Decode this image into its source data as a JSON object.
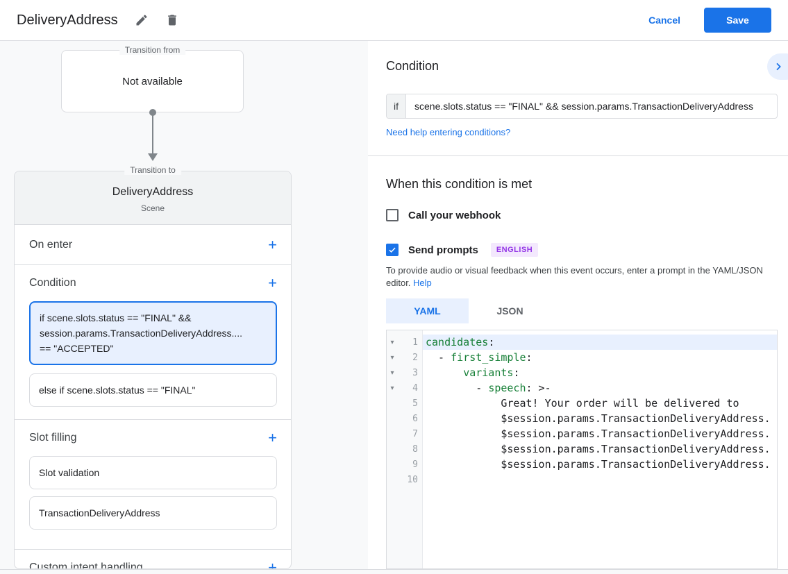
{
  "header": {
    "title": "DeliveryAddress",
    "cancel_label": "Cancel",
    "save_label": "Save"
  },
  "flow": {
    "transition_from_label": "Transition from",
    "transition_from_value": "Not available",
    "transition_to_label": "Transition to",
    "scene_name": "DeliveryAddress",
    "scene_type": "Scene",
    "sections": {
      "on_enter_title": "On enter",
      "condition_title": "Condition",
      "condition_selected": "if scene.slots.status == \"FINAL\" &&\nsession.params.TransactionDeliveryAddress....\n== \"ACCEPTED\"",
      "condition_else": "else if scene.slots.status == \"FINAL\"",
      "slot_filling_title": "Slot filling",
      "slot_cards": [
        "Slot validation",
        "TransactionDeliveryAddress"
      ],
      "custom_intent_title": "Custom intent handling"
    }
  },
  "panel": {
    "condition_title": "Condition",
    "if_label": "if",
    "if_value": "scene.slots.status == \"FINAL\" && session.params.TransactionDeliveryAddress",
    "help_link": "Need help entering conditions?",
    "when_title": "When this condition is met",
    "webhook_label": "Call your webhook",
    "webhook_checked": false,
    "prompts_label": "Send prompts",
    "prompts_checked": true,
    "language_badge": "ENGLISH",
    "hint_text": "To provide audio or visual feedback when this event occurs, enter a prompt in the YAML/JSON editor. ",
    "hint_link": "Help",
    "tabs": [
      {
        "label": "YAML",
        "active": true
      },
      {
        "label": "JSON",
        "active": false
      }
    ]
  },
  "editor": {
    "lines": [
      {
        "n": 1,
        "fold": true,
        "highlight": true,
        "text": "candidates:"
      },
      {
        "n": 2,
        "fold": true,
        "text": "  - first_simple:"
      },
      {
        "n": 3,
        "fold": true,
        "text": "      variants:"
      },
      {
        "n": 4,
        "fold": true,
        "text": "        - speech: >-"
      },
      {
        "n": 5,
        "text": "            Great! Your order will be delivered to"
      },
      {
        "n": 6,
        "text": "            $session.params.TransactionDeliveryAddress."
      },
      {
        "n": 7,
        "text": "            $session.params.TransactionDeliveryAddress."
      },
      {
        "n": 8,
        "text": "            $session.params.TransactionDeliveryAddress."
      },
      {
        "n": 9,
        "text": "            $session.params.TransactionDeliveryAddress."
      },
      {
        "n": 10,
        "text": ""
      }
    ]
  },
  "colors": {
    "accent": "#1a73e8",
    "selection_bg": "#e8f0fe",
    "yaml_key_green": "#188038",
    "badge_bg": "#f3e8fd",
    "badge_text": "#9334e6"
  }
}
